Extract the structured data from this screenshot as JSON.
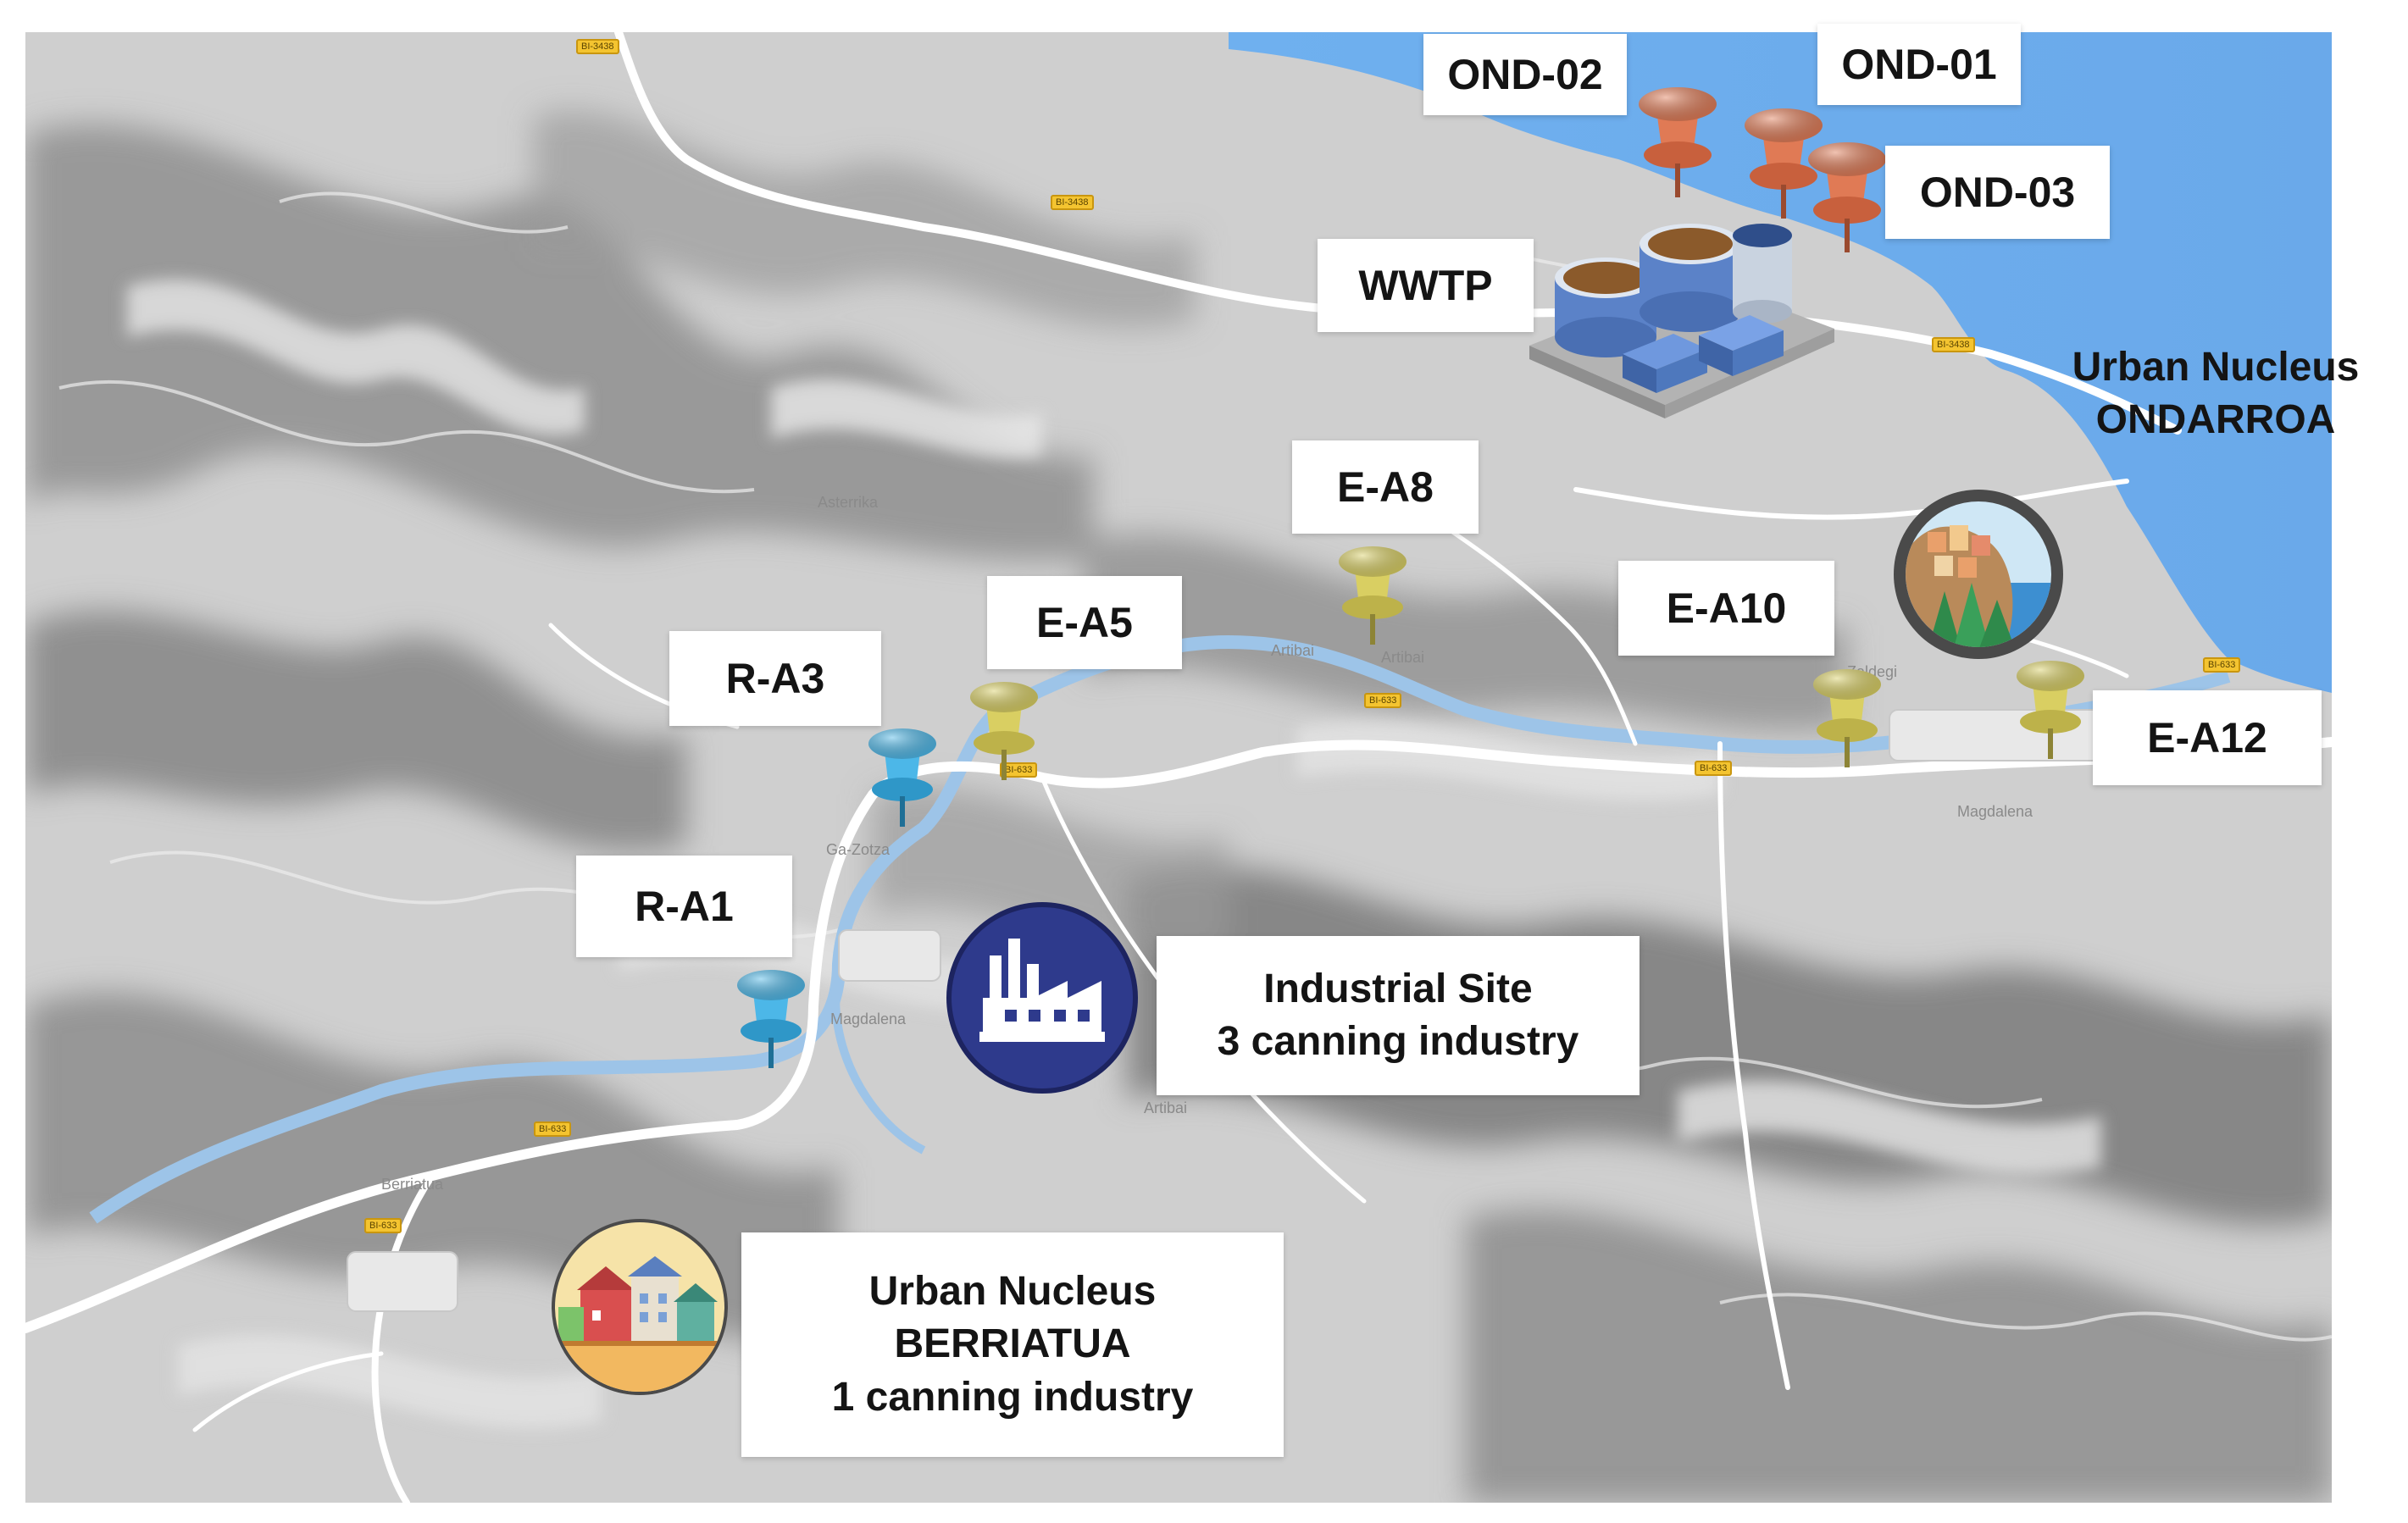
{
  "colors": {
    "sea": "#6fb0ef",
    "terrain": "#c9c9c9",
    "river": "#9dc4e8",
    "road": "#ffffff",
    "pin_river": "#4cb7e8",
    "pin_estuary": "#d9cf62",
    "pin_ocean": "#e07a55",
    "industrial_icon": "#2e3a8c"
  },
  "sampling_points": {
    "river": [
      {
        "id": "R-A1",
        "label": "R-A1"
      },
      {
        "id": "R-A3",
        "label": "R-A3"
      }
    ],
    "estuary": [
      {
        "id": "E-A5",
        "label": "E-A5"
      },
      {
        "id": "E-A8",
        "label": "E-A8"
      },
      {
        "id": "E-A10",
        "label": "E-A10"
      },
      {
        "id": "E-A12",
        "label": "E-A12"
      }
    ],
    "ocean": [
      {
        "id": "OND-02",
        "label": "OND-02"
      },
      {
        "id": "OND-01",
        "label": "OND-01"
      },
      {
        "id": "OND-03",
        "label": "OND-03"
      }
    ]
  },
  "facilities": {
    "wwtp": {
      "label": "WWTP",
      "icon": "wastewater-treatment-plant-icon"
    },
    "industrial_site": {
      "line1": "Industrial Site",
      "line2": "3 canning industry",
      "icon": "factory-icon"
    },
    "ondarroa": {
      "line1": "Urban Nucleus",
      "line2": "ONDARROA",
      "icon": "coastal-town-icon"
    },
    "berriatua": {
      "line1": "Urban Nucleus",
      "line2": "BERRIATUA",
      "line3": "1 canning industry",
      "icon": "town-buildings-icon"
    }
  },
  "basemap": {
    "road_tags": [
      "BI-3438",
      "BI-3438",
      "BI-3438",
      "BI-633",
      "BI-633",
      "BI-633",
      "BI-633",
      "BI-633",
      "BI-633"
    ],
    "place_names": [
      "Asterrika",
      "Artibai",
      "Ga-Zotza",
      "Magdalena",
      "Berriatua",
      "Artibai",
      "Artibai",
      "Magdalena",
      "Zaldegi"
    ]
  }
}
